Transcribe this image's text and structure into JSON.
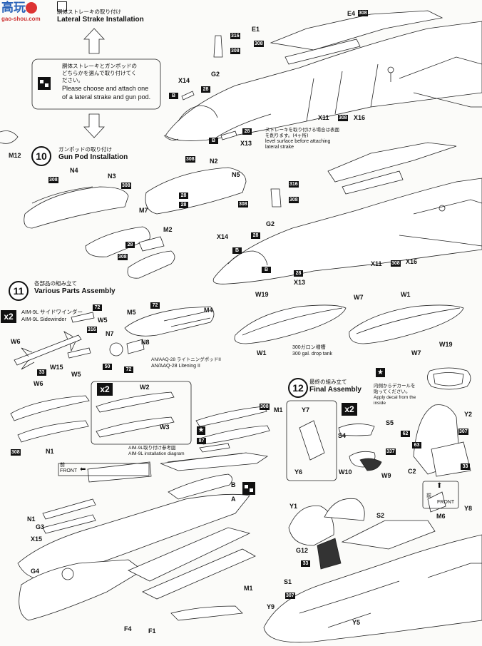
{
  "watermark": {
    "brand": "高玩",
    "site": "gao-shou.com"
  },
  "step9": {
    "title_jp": "胴体ストレーキの取り付け",
    "title_en": "Lateral Strake Installation",
    "choice_jp_1": "胴体ストレーキとガンポッドの",
    "choice_jp_2": "どちらかを選んで取り付けてく",
    "choice_jp_3": "ださい。",
    "choice_en_1": "Please choose and attach one",
    "choice_en_2": "of a lateral strake and gun pod.",
    "note_jp_1": "ストレーキを取り付ける場合は表面",
    "note_jp_2": "を削ります。(4ヶ所)",
    "note_en_1": "level surface before attaching",
    "note_en_2": "lateral strake",
    "labels": {
      "e1": "E1",
      "e4": "E4",
      "g2": "G2",
      "x14": "X14",
      "b": "B",
      "x11": "X11",
      "x16": "X16",
      "x13": "X13",
      "m12": "M12"
    },
    "codes": {
      "c308": "308",
      "c316": "316",
      "c28": "28"
    }
  },
  "step10": {
    "number": "10",
    "title_jp": "ガンポッドの取り付け",
    "title_en": "Gun Pod Installation",
    "labels": {
      "n4": "N4",
      "n3": "N3",
      "n2": "N2",
      "n5": "N5",
      "m7": "M7",
      "m2": "M2",
      "g2": "G2",
      "x14": "X14",
      "b": "B",
      "x11": "X11",
      "x16": "X16",
      "x13": "X13"
    }
  },
  "step11": {
    "number": "11",
    "title_jp": "各部品の組み立て",
    "title_en": "Various Parts Assembly",
    "x2": "x2",
    "aim9l_jp": "AIM-9L サイドワインダー",
    "aim9l_en": "AIM-9L Sidewinder",
    "litening_jp": "AN/AAQ-28 ライトニングポッドII",
    "litening_en": "AN/AAQ-28 Litening II",
    "tank_jp": "300ガロン増槽",
    "tank_en": "300 gal. drop tank",
    "aim9_install_jp": "AIM-9L取り付け参考図",
    "aim9_install_en": "AIM-9L installation diagram",
    "front_jp": "前",
    "front_en": "FRONT",
    "labels": {
      "w5": "W5",
      "w6": "W6",
      "w15": "W15",
      "n7": "N7",
      "n8": "N8",
      "m5": "M5",
      "m4": "M4",
      "w19": "W19",
      "w7": "W7",
      "w1": "W1",
      "w2": "W2",
      "w3": "W3",
      "n1": "N1",
      "m1": "M1",
      "g3": "G3",
      "x15": "X15",
      "g4": "G4",
      "f4": "F4",
      "f1": "F1",
      "a": "A",
      "b": "B"
    },
    "codes": {
      "c72": "72",
      "c50": "50",
      "c33": "33",
      "c316": "316",
      "c308": "308",
      "c87": "87"
    }
  },
  "step12": {
    "number": "12",
    "title_jp": "最終の組み立て",
    "title_en": "Final Assembly",
    "x2": "x2",
    "decal_jp_1": "内側からデカールを",
    "decal_jp_2": "貼ってください。",
    "decal_en_1": "Apply decal from the",
    "decal_en_2": "inside",
    "front_jp": "前",
    "front_en": "FRONT",
    "labels": {
      "y7": "Y7",
      "y6": "Y6",
      "s4": "S4",
      "s5": "S5",
      "w10": "W10",
      "w9": "W9",
      "y2": "Y2",
      "c2": "C2",
      "y1": "Y1",
      "g12": "G12",
      "s2": "S2",
      "m6": "M6",
      "y8": "Y8",
      "s1": "S1",
      "y9": "Y9",
      "y5": "Y5"
    },
    "codes": {
      "c337": "337",
      "c62": "62",
      "c63": "63",
      "c33": "33",
      "c307": "307"
    }
  }
}
